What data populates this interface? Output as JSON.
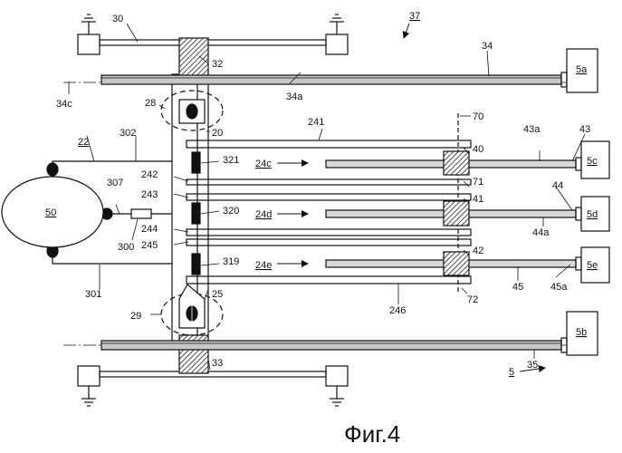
{
  "figure": {
    "caption": "Фиг.4",
    "labels": {
      "l37": "37",
      "l30": "30",
      "l34": "34",
      "l32": "32",
      "l5a": "5a",
      "l34c": "34c",
      "l28": "28",
      "l34a": "34a",
      "l241": "241",
      "l70": "70",
      "l20": "20",
      "l22": "22",
      "l302": "302",
      "l43a": "43a",
      "l43": "43",
      "l40": "40",
      "l5c": "5c",
      "l321": "321",
      "l24c": "24c",
      "l242": "242",
      "l71": "71",
      "l307": "307",
      "l243": "243",
      "l44": "44",
      "l41": "41",
      "l50": "50",
      "l320": "320",
      "l24d": "24d",
      "l5d": "5d",
      "l244": "244",
      "l44a": "44a",
      "l300": "300",
      "l245": "245",
      "l42": "42",
      "l319": "319",
      "l24e": "24e",
      "l5e": "5e",
      "l301": "301",
      "l45": "45",
      "l45a": "45a",
      "l25": "25",
      "l72": "72",
      "l246": "246",
      "l29": "29",
      "l5b": "5b",
      "l35": "35",
      "l5": "5",
      "l33": "33"
    }
  }
}
